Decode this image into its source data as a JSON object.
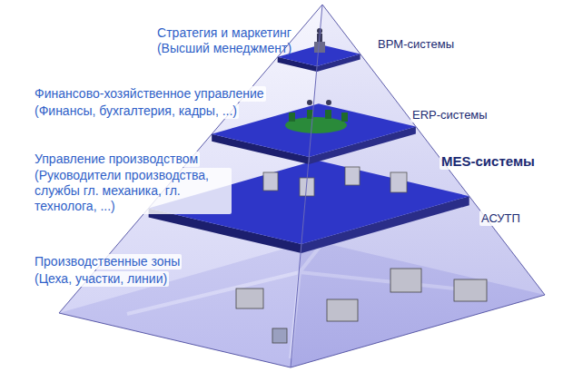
{
  "diagram": {
    "nodes": [
      {
        "text": [
          "Стратегия и маркетинг",
          "(Высший менеджмент)",
          "BPM-системы"
        ]
      },
      {
        "text": [
          "Финансово-хозяйственное управление",
          "(Финансы, бухгалтерия, кадры, ...)",
          "ERP-системы"
        ]
      },
      {
        "text": [
          "Управление производством",
          "(Руководители производства, службы гл. механика, гл. технолога, ...)",
          "MES-системы"
        ]
      },
      {
        "text": [
          "Производственные зоны",
          "(Цеха, участки, линии)",
          "АСУТП"
        ]
      }
    ]
  }
}
